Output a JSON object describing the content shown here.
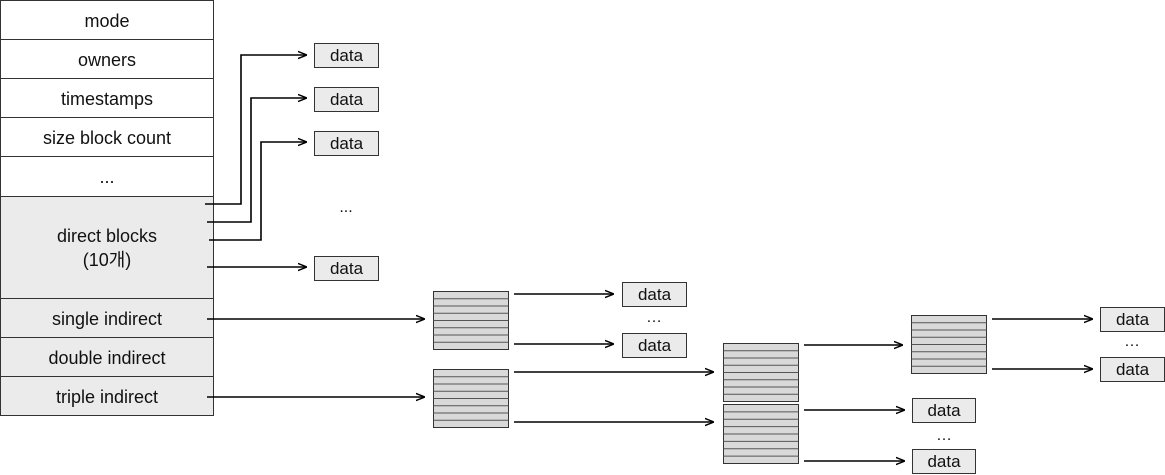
{
  "inode": {
    "mode": "mode",
    "owners": "owners",
    "timestamps": "timestamps",
    "size_block_count": "size block count",
    "ellipsis": "...",
    "direct_blocks_line1": "direct blocks",
    "direct_blocks_line2": "(10개)",
    "single_indirect": "single indirect",
    "double_indirect": "double indirect",
    "triple_indirect": "triple indirect"
  },
  "data_label": "data",
  "ellipsis": "...",
  "ellipsis_small": "…",
  "colors": {
    "border": "#333333",
    "shaded_cell": "#ebebeb",
    "data_box_fill": "#ebebeb",
    "index_block_fill": "#d9d9d9",
    "line": "#000000"
  }
}
